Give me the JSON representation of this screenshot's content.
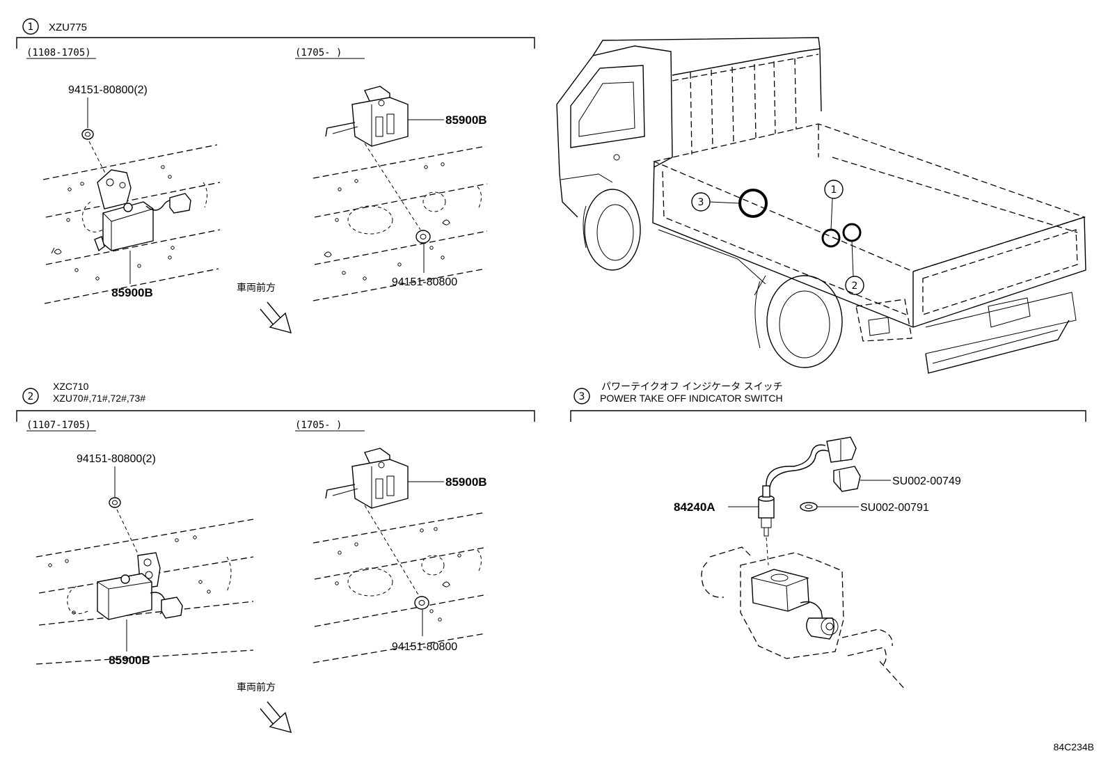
{
  "section1": {
    "number": "1",
    "model": "XZU775",
    "left_period": "(1108-1705)",
    "right_period": "(1705-      )",
    "part_nut_qty": "94151-80800(2)",
    "part_sensor_left": "85900B",
    "part_sensor_right": "85900B",
    "part_nut_right": "94151-80800",
    "front_label": "車両前方"
  },
  "section2": {
    "number": "2",
    "model_line1": "XZC710",
    "model_line2": "XZU70#,71#,72#,73#",
    "left_period": "(1107-1705)",
    "right_period": "(1705-      )",
    "part_nut_qty": "94151-80800(2)",
    "part_sensor_left": "85900B",
    "part_sensor_right": "85900B",
    "part_nut_right": "94151-80800",
    "front_label": "車両前方"
  },
  "section3": {
    "number": "3",
    "title_jp": "パワーテイクオフ インジケータ スイッチ",
    "title_en": "POWER TAKE OFF INDICATOR SWITCH",
    "part_switch": "84240A",
    "part_connector": "SU002-00749",
    "part_gasket": "SU002-00791"
  },
  "truck": {
    "callout_1": "1",
    "callout_2": "2",
    "callout_3": "3"
  },
  "figure_id": "84C234B"
}
